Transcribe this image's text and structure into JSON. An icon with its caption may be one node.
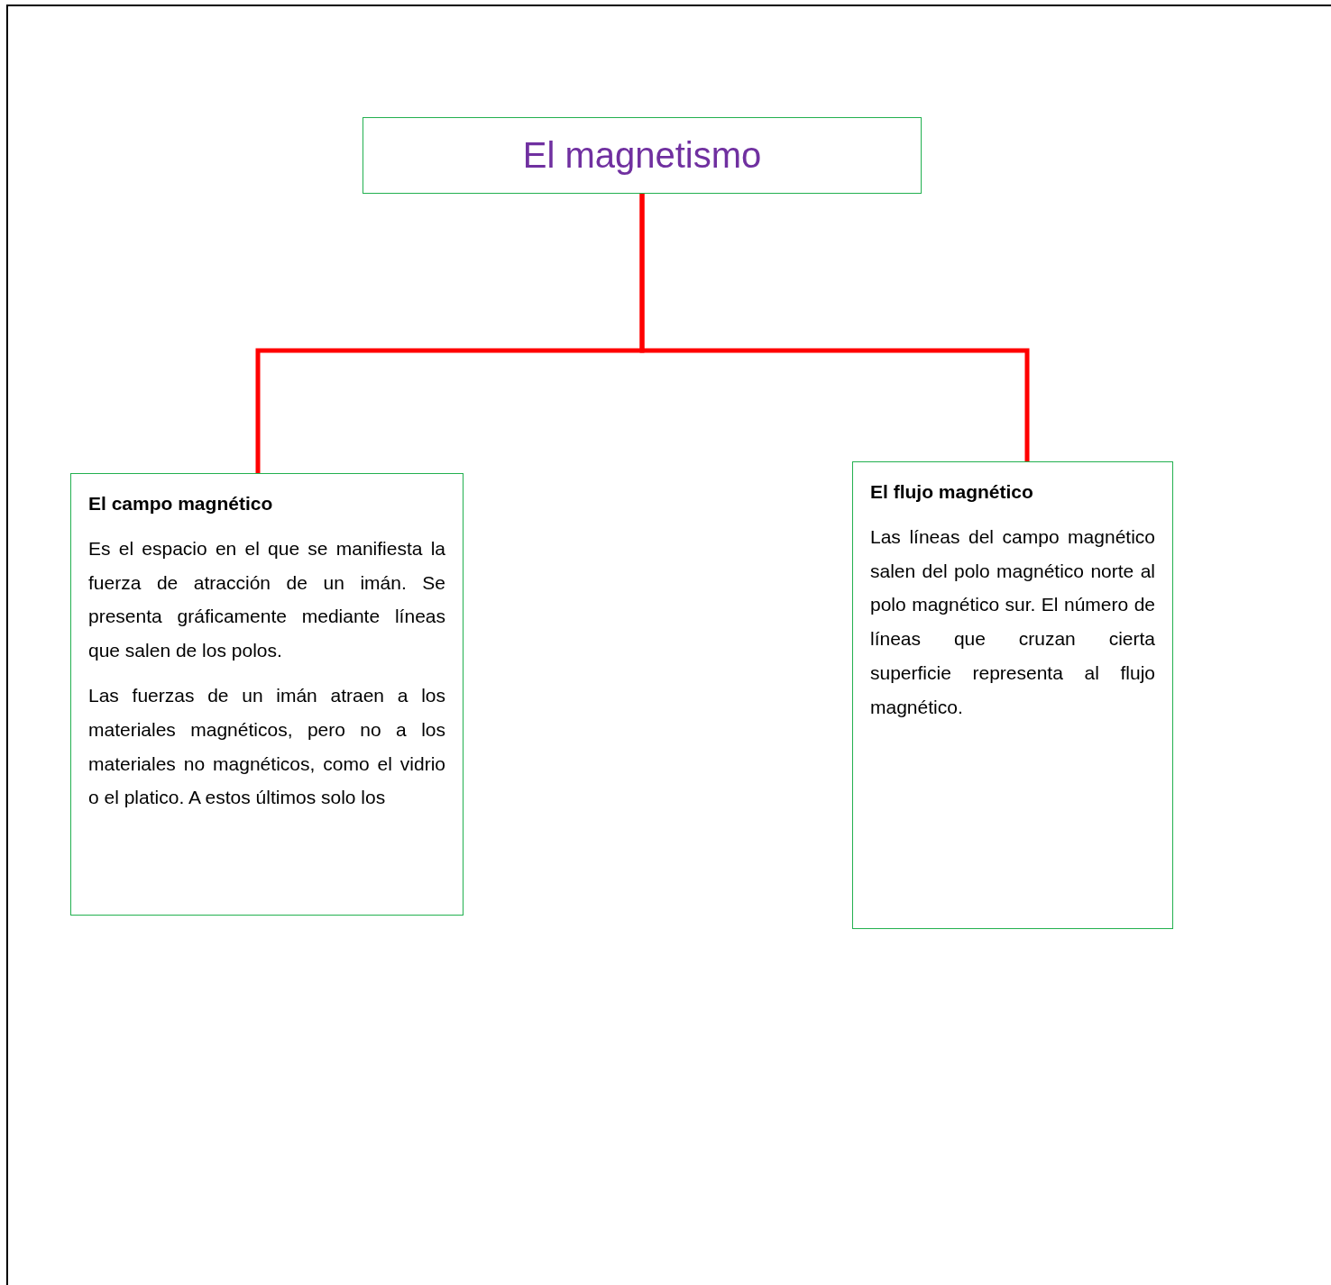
{
  "diagram": {
    "nodes": [
      {
        "text": [
          "El magnetismo"
        ]
      },
      {
        "text": [
          "El campo magnético",
          "Es el espacio en el que se manifiesta la fuerza de atracción de un imán. Se presenta gráficamente mediante líneas que salen de los polos.",
          "Las fuerzas de un imán atraen a los materiales magnéticos, pero no a los materiales no magnéticos, como el vidrio o el platico. A estos últimos solo los"
        ]
      },
      {
        "text": [
          "El flujo magnético",
          "Las líneas del campo magnético salen del polo magnético norte al polo magnético sur. El número de líneas que cruzan cierta superficie representa al flujo magnético."
        ]
      }
    ],
    "edges": [
      {
        "from": 0,
        "to": 1,
        "arrow": "none"
      },
      {
        "from": 0,
        "to": 2,
        "arrow": "none"
      }
    ]
  }
}
